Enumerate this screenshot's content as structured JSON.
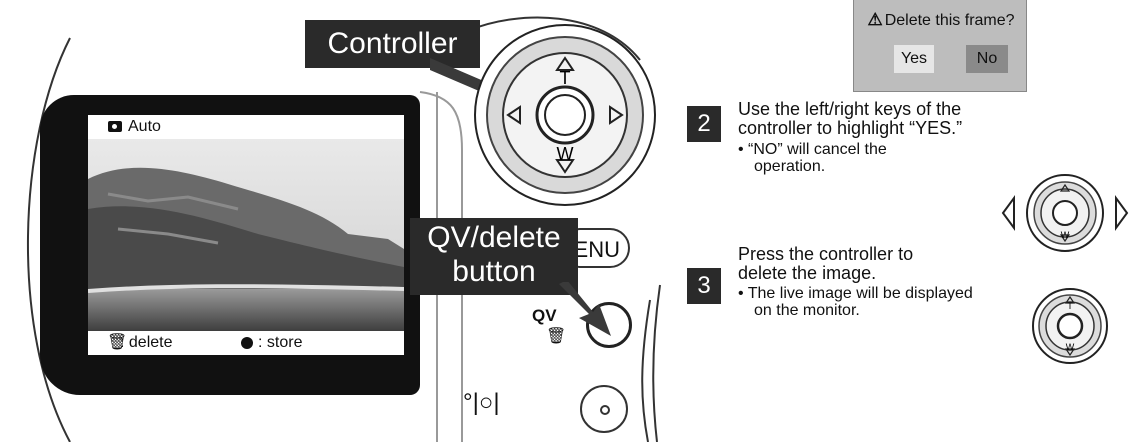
{
  "controller_label": "Controller",
  "qv_label": {
    "line1": "QV/delete",
    "line2": "button"
  },
  "lcd": {
    "mode": "Auto",
    "delete_text": ": delete",
    "store_text": ": store",
    "delete_icon": "trash-icon"
  },
  "controller_keys": {
    "up": "T",
    "down": "W"
  },
  "buttons": {
    "menu": "ENU",
    "qv_mark": "QV",
    "display_mark": "°|○|"
  },
  "dialog": {
    "question": "Delete this frame?",
    "yes": "Yes",
    "no": "No"
  },
  "step2": {
    "number": "2",
    "line1": "Use the left/right keys of the",
    "line2": "controller to highlight “YES.”",
    "bullet": "•  “NO” will cancel the",
    "bullet2": "operation."
  },
  "step3": {
    "number": "3",
    "line1": "Press the controller to",
    "line2": "delete the image.",
    "bullet": "•  The live image will be displayed",
    "bullet2": "on the monitor."
  },
  "colors": {
    "label_bg": "#2a2a2a",
    "dialog_bg": "#bdbdbd",
    "no_highlight": "#8a8a8a"
  }
}
